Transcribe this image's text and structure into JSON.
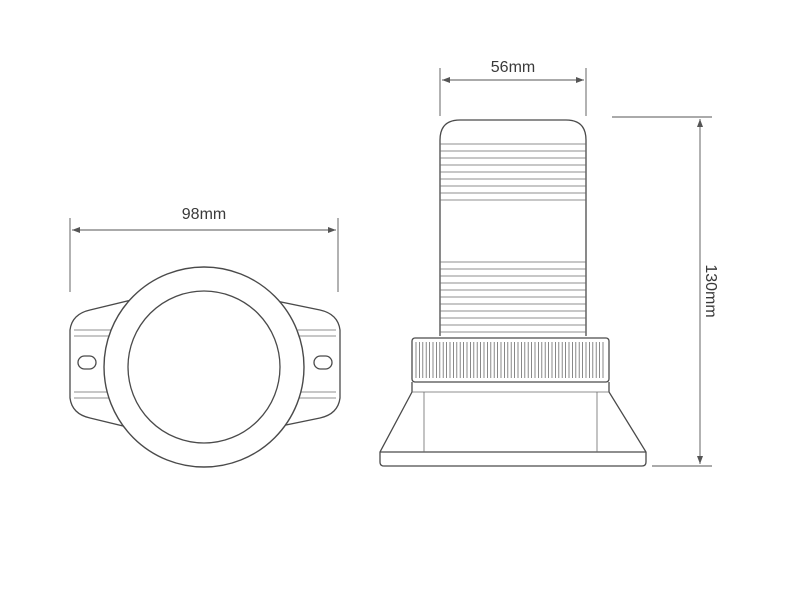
{
  "dimensions": {
    "width_label": "98mm",
    "diameter_label": "56mm",
    "height_label": "130mm"
  },
  "colors": {
    "line": "#4a4a4a",
    "background": "#ffffff"
  }
}
